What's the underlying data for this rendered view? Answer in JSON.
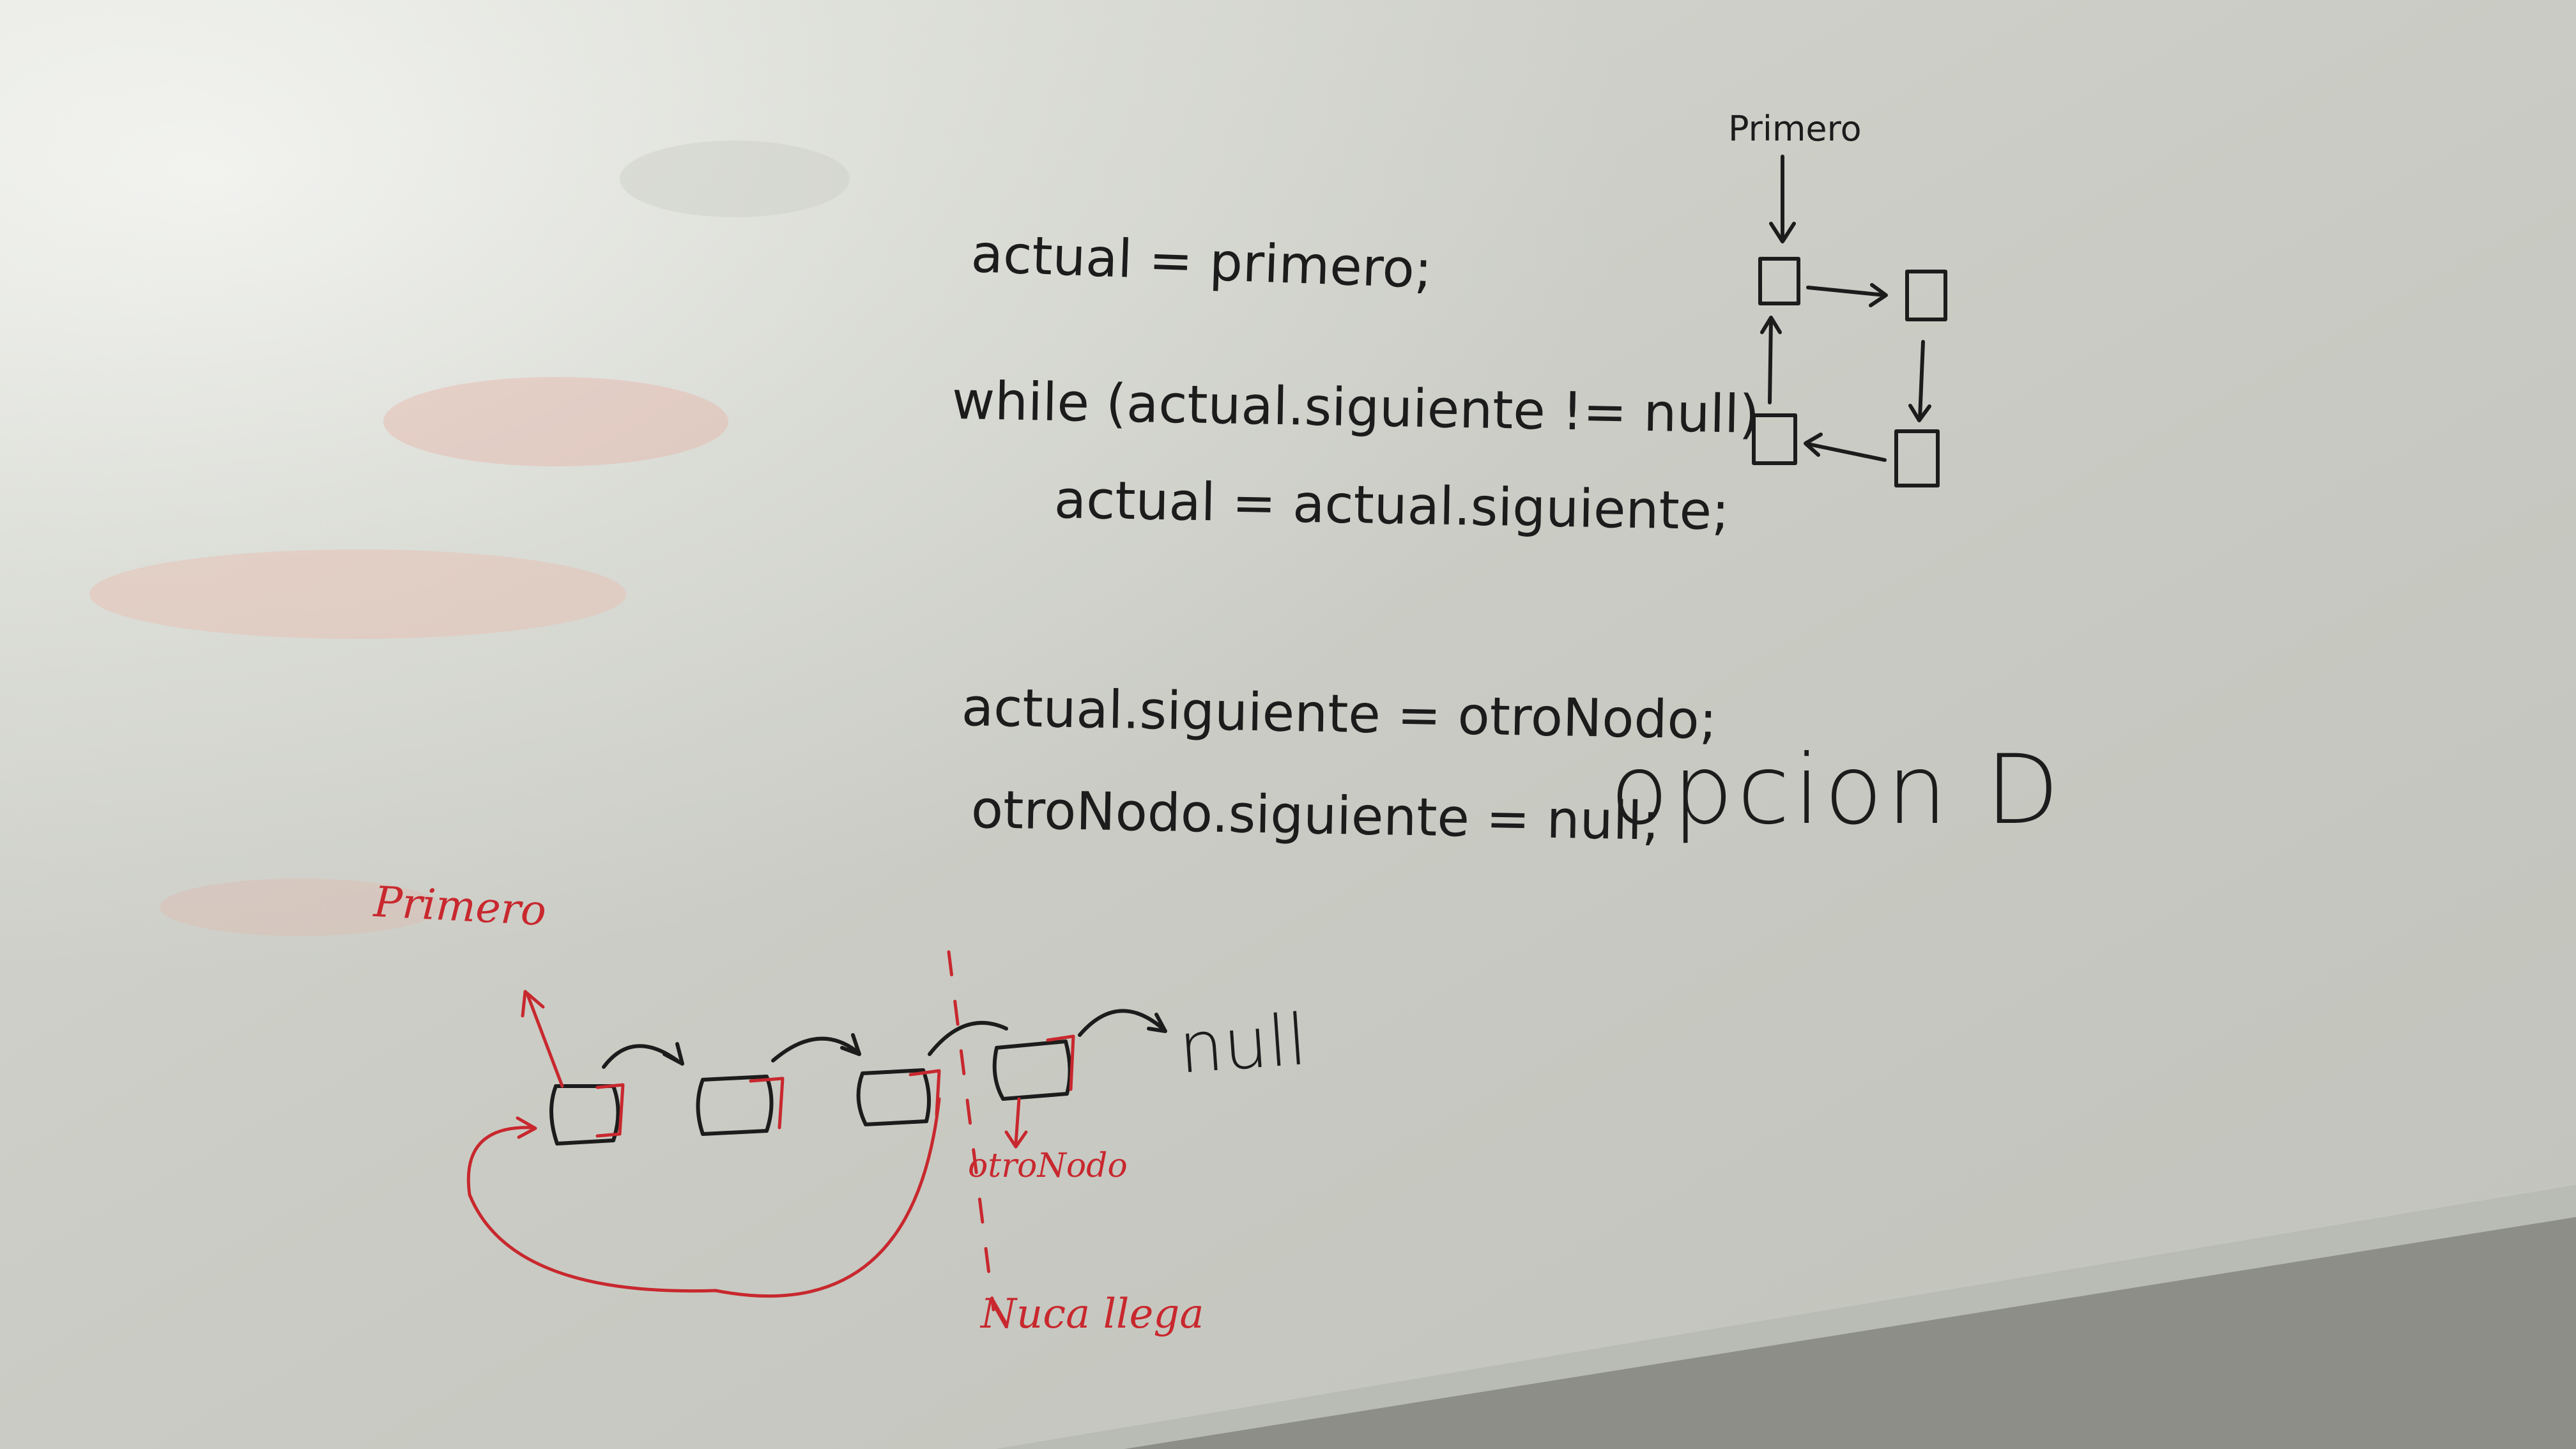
{
  "code": {
    "line1": "actual = primero;",
    "line2": "while (actual.siguiente != null)",
    "line3": "actual = actual.siguiente;",
    "line4": "actual.siguiente = otroNodo;",
    "line5": "otroNodo.siguiente = null;"
  },
  "circular_diagram": {
    "label": "Primero"
  },
  "answer": {
    "text": "opcion D"
  },
  "list_diagram": {
    "primero_label": "Primero",
    "null_label": "null",
    "otro_nodo_label": "otroNodo",
    "nunca_llega_label": "Nuca llega"
  },
  "colors": {
    "board": "#d9dbd3",
    "ink_black": "#1c1c1c",
    "ink_red": "#c8282e",
    "wall": "#8d8e88"
  }
}
